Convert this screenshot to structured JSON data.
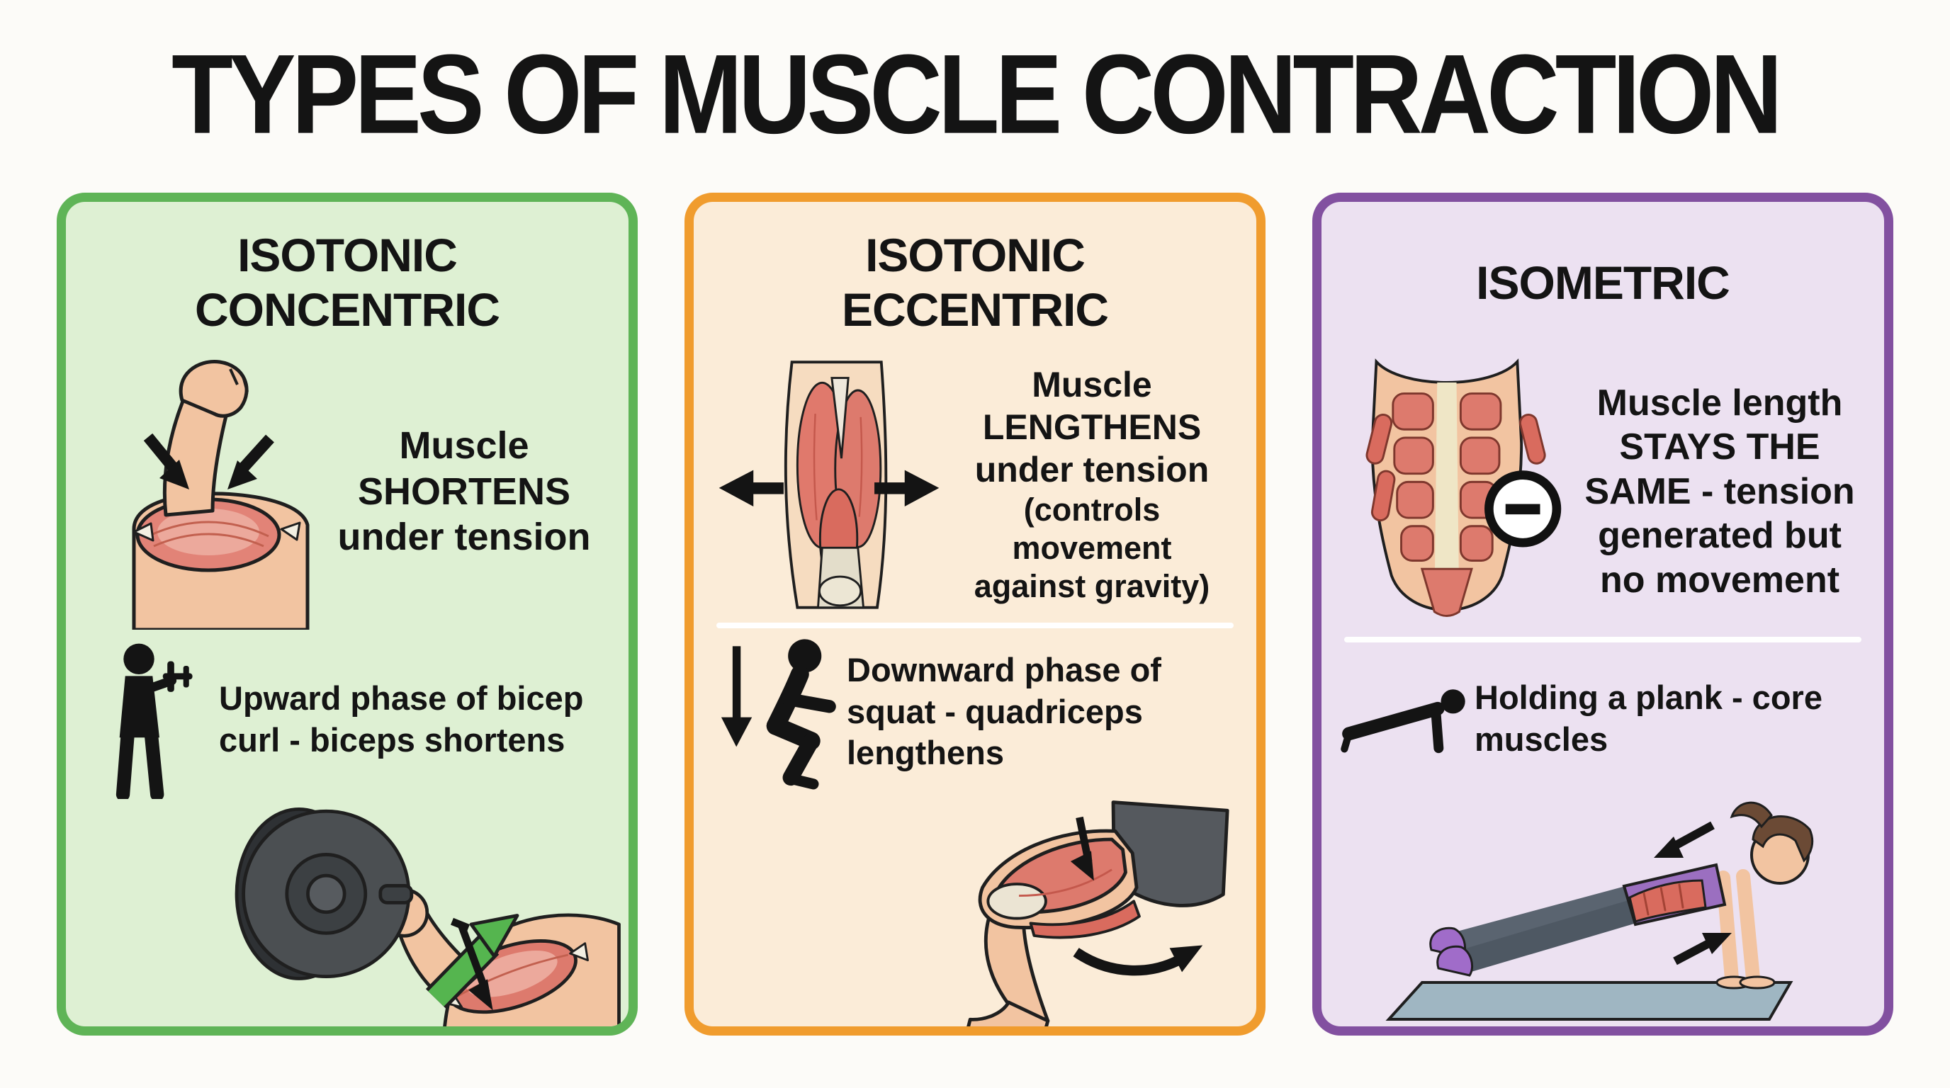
{
  "title": "TYPES OF MUSCLE CONTRACTION",
  "colors": {
    "page_bg": "#fcfbf8",
    "text": "#141414",
    "divider": "#ffffff",
    "panel1_border": "#5fb457",
    "panel1_bg": "#def0d3",
    "panel2_border": "#f09c2e",
    "panel2_bg": "#fbecd8",
    "panel3_border": "#8250a0",
    "panel3_bg": "#ece1f1",
    "muscle_red": "#dd7a6d",
    "skin": "#f2c4a1",
    "green_arrow": "#55b54f"
  },
  "panels": [
    {
      "heading_line1": "ISOTONIC",
      "heading_line2": "CONCENTRIC",
      "description_lines": [
        "Muscle",
        "SHORTENS",
        "under tension"
      ],
      "example_text": "Upward phase of bicep curl - biceps shortens",
      "icons": {
        "main": "flexed-bicep-arm-with-inward-arrows",
        "example": "figure-holding-dumbbell",
        "bottom": "dumbbell-bicep-curl-with-green-up-arrow"
      }
    },
    {
      "heading_line1": "ISOTONIC",
      "heading_line2": "ECCENTRIC",
      "description_lines": [
        "Muscle",
        "LENGTHENS",
        "under tension",
        "(controls movement",
        "against gravity)"
      ],
      "example_text": "Downward phase of squat - quadriceps lengthens",
      "icons": {
        "main": "quadriceps-muscle-with-outward-arrows",
        "example": "squatting-figure-with-down-arrow",
        "bottom": "squatting-leg-quadriceps"
      }
    },
    {
      "heading_line1": "ISOMETRIC",
      "heading_line2": "",
      "description_lines": [
        "Muscle length",
        "STAYS THE",
        "SAME - tension",
        "generated but",
        "no movement"
      ],
      "example_text": "Holding a plank - core muscles",
      "icons": {
        "main": "abdominal-muscles-with-minus-circle",
        "example": "plank-figure",
        "bottom": "woman-holding-plank-on-mat"
      }
    }
  ]
}
